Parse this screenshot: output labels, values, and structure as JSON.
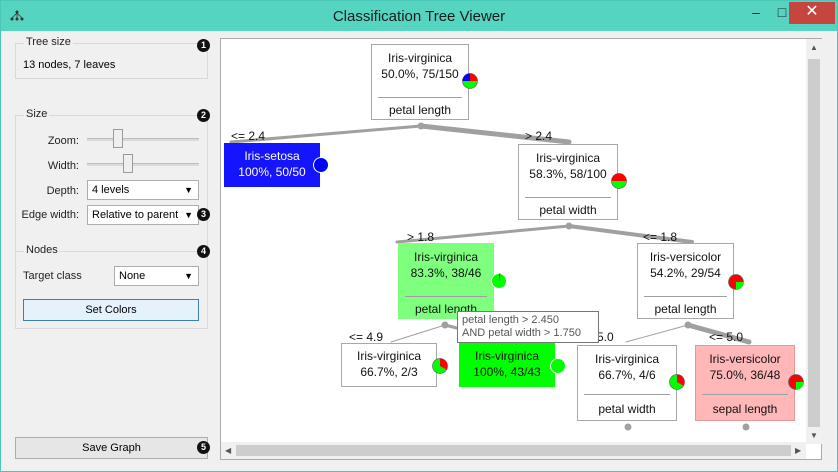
{
  "window": {
    "title": "Classification Tree Viewer",
    "minimize_glyph": "–",
    "maximize_glyph": "□",
    "close_glyph": "✕"
  },
  "tree_size": {
    "group_title": "Tree size",
    "summary": "13 nodes, 7 leaves",
    "badge": "1"
  },
  "size": {
    "group_title": "Size",
    "badge": "2",
    "zoom_label": "Zoom:",
    "zoom_level": 0.25,
    "width_label": "Width:",
    "width_level": 0.35,
    "depth_label": "Depth:",
    "depth_value": "4 levels",
    "edge_width_label": "Edge width:",
    "edge_width_value": "Relative to parent",
    "edge_badge": "3"
  },
  "nodes_group": {
    "group_title": "Nodes",
    "badge": "4",
    "target_class_label": "Target class",
    "target_class_value": "None",
    "set_colors_label": "Set Colors"
  },
  "save_graph": {
    "label": "Save Graph",
    "badge": "5"
  },
  "tree": {
    "root": {
      "cls": "Iris-virginica",
      "pct": "50.0%, 75/150",
      "split": "petal length"
    },
    "setosa": {
      "cls": "Iris-setosa",
      "pct": "100%, 50/50"
    },
    "right": {
      "cls": "Iris-virginica",
      "pct": "58.3%, 58/100",
      "split": "petal width"
    },
    "left2": {
      "cls": "Iris-virginica",
      "pct": "83.3%, 38/46",
      "split": "petal length"
    },
    "right2": {
      "cls": "Iris-versicolor",
      "pct": "54.2%, 29/54",
      "split": "petal length"
    },
    "leaf_a": {
      "cls": "Iris-virginica",
      "pct": "66.7%, 2/3"
    },
    "leaf_b": {
      "cls": "Iris-virginica",
      "pct": "100%, 43/43"
    },
    "leaf_c": {
      "cls": "Iris-virginica",
      "pct": "66.7%, 4/6",
      "split": "petal width"
    },
    "leaf_d": {
      "cls": "Iris-versicolor",
      "pct": "75.0%, 36/48",
      "split": "sepal length"
    },
    "edges": {
      "le_2_4": "<= 2.4",
      "gt_2_4": "> 2.4",
      "gt_1_8": "> 1.8",
      "le_1_8": "<= 1.8",
      "le_4_9": "<= 4.9",
      "gt_5_0": "5.0",
      "le_5_0": "<= 5.0"
    }
  },
  "tooltip": {
    "line1": "petal length > 2.450",
    "line2": "AND petal width > 1.750"
  },
  "colors": {
    "titlebar": "#55d5c1",
    "setosa": "#1414ff",
    "virginica_pure": "#00ff00",
    "virginica_light": "#7eff7e",
    "versicolor_light": "#ffb7b7",
    "edge": "#a0a0a0"
  }
}
